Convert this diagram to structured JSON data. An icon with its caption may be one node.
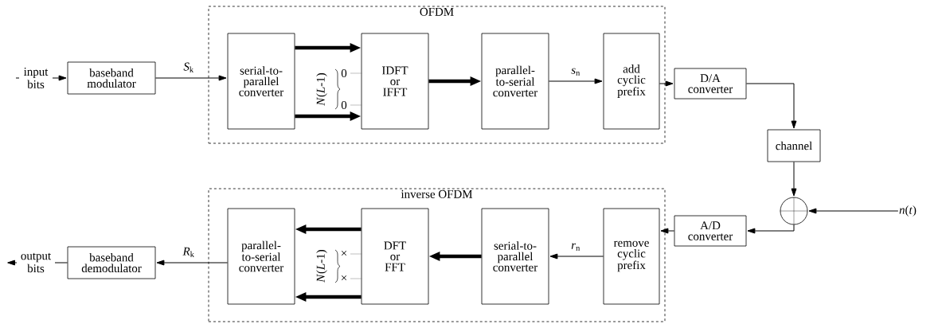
{
  "diagram": {
    "nodes": [
      {
        "text": [
          "OFDM"
        ]
      },
      {
        "text": [
          "serial-to-parallel converter"
        ],
        "in": 0
      },
      {
        "text": [
          "IDFT or IFFT"
        ],
        "in": 0
      },
      {
        "text": [
          "parallel-to-serial converter"
        ],
        "in": 0
      },
      {
        "text": [
          "add cyclic prefix"
        ],
        "in": 0
      },
      {
        "text": [
          "baseband modulator"
        ]
      },
      {
        "text": [
          "D/A converter"
        ]
      },
      {
        "text": [
          "channel"
        ]
      },
      {
        "text": [],
        "shape": "circle"
      },
      {
        "text": [
          "A/D converter"
        ]
      },
      {
        "text": [
          "inverse OFDM"
        ]
      },
      {
        "text": [
          "remove cyclic prefix"
        ],
        "in": 10
      },
      {
        "text": [
          "serial-to-parallel converter"
        ],
        "in": 10
      },
      {
        "text": [
          "DFT or FFT"
        ],
        "in": 10
      },
      {
        "text": [
          "parallel-to-serial converter"
        ],
        "in": 10
      },
      {
        "text": [
          "baseband demodulator"
        ]
      },
      {
        "text": [
          "*n*(*t*)"
        ]
      }
    ],
    "edges": [
      {
        "from": null,
        "to": 5,
        "arrow": "to",
        "label": "input bits"
      },
      {
        "from": 5,
        "to": 1,
        "arrow": "to",
        "label": "*S*$_{k}$"
      },
      {
        "from": 1,
        "to": 2,
        "arrow": "to",
        "style": "thick"
      },
      {
        "from": 1,
        "to": 2,
        "arrow": "to",
        "style": "thick"
      },
      {
        "from": 2,
        "to": 3,
        "arrow": "to",
        "style": "thick"
      },
      {
        "from": 3,
        "to": 4,
        "arrow": "to",
        "label": "*s*$_{n}$"
      },
      {
        "from": 4,
        "to": 6,
        "arrow": "to"
      },
      {
        "from": 6,
        "to": 7,
        "arrow": "to"
      },
      {
        "from": 7,
        "to": 8,
        "arrow": "to"
      },
      {
        "from": 16,
        "to": 8,
        "arrow": "to"
      },
      {
        "from": 8,
        "to": 9,
        "arrow": "to"
      },
      {
        "from": 9,
        "to": 11,
        "arrow": "to"
      },
      {
        "from": 11,
        "to": 12,
        "arrow": "to",
        "label": "*r*$_{n}$"
      },
      {
        "from": 12,
        "to": 13,
        "arrow": "to",
        "style": "thick"
      },
      {
        "from": 13,
        "to": 14,
        "arrow": "to",
        "style": "thick"
      },
      {
        "from": 13,
        "to": 14,
        "arrow": "to",
        "style": "thick"
      },
      {
        "from": 14,
        "to": 15,
        "arrow": "to",
        "label": "*R*$_{k}$"
      },
      {
        "from": 15,
        "to": null,
        "arrow": "to",
        "label": "output bits"
      }
    ],
    "labels": [
      "0",
      "0",
      "*N*(*L*-1)",
      "×",
      "×",
      "*N*(*L*-1)"
    ]
  }
}
